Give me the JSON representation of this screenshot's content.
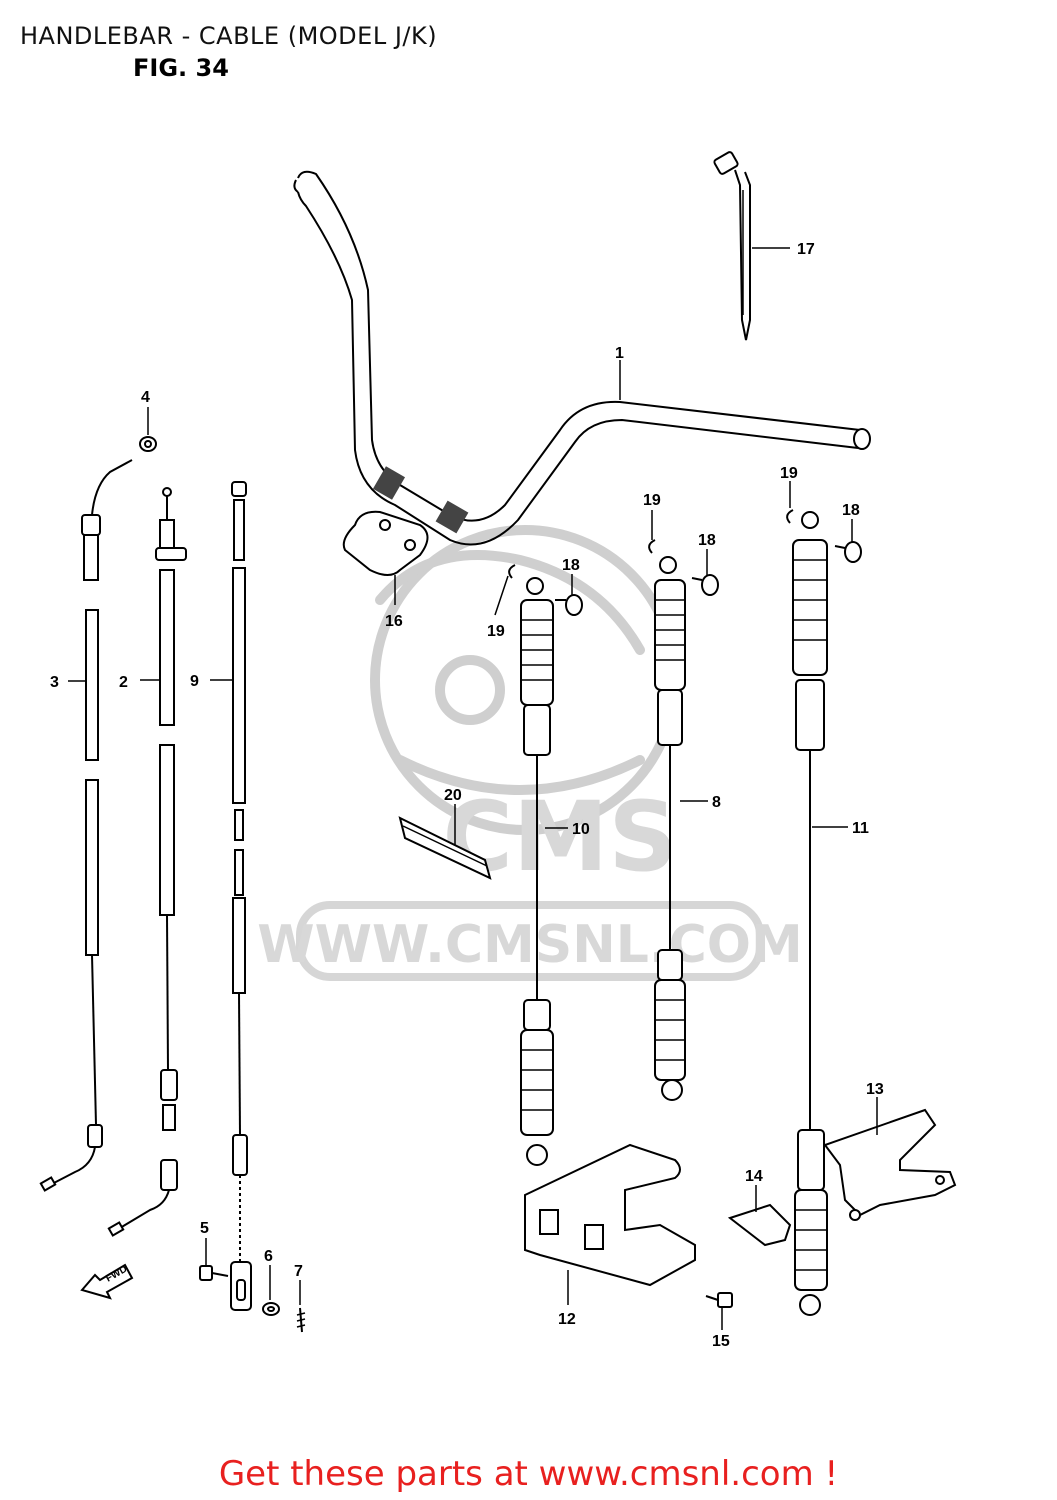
{
  "header": {
    "title": "HANDLEBAR - CABLE (MODEL J/K)",
    "figure": "FIG. 34"
  },
  "watermark": {
    "text": "WWW.CMSNL.COM",
    "logo_text": "CMS"
  },
  "fwd_arrow_label": "FWD",
  "callouts": [
    {
      "id": "c1",
      "label": "1"
    },
    {
      "id": "c2",
      "label": "2"
    },
    {
      "id": "c3",
      "label": "3"
    },
    {
      "id": "c4",
      "label": "4"
    },
    {
      "id": "c5",
      "label": "5"
    },
    {
      "id": "c6",
      "label": "6"
    },
    {
      "id": "c7",
      "label": "7"
    },
    {
      "id": "c8",
      "label": "8"
    },
    {
      "id": "c9",
      "label": "9"
    },
    {
      "id": "c10",
      "label": "10"
    },
    {
      "id": "c11",
      "label": "11"
    },
    {
      "id": "c12",
      "label": "12"
    },
    {
      "id": "c13",
      "label": "13"
    },
    {
      "id": "c14",
      "label": "14"
    },
    {
      "id": "c15",
      "label": "15"
    },
    {
      "id": "c16",
      "label": "16"
    },
    {
      "id": "c17",
      "label": "17"
    },
    {
      "id": "c18a",
      "label": "18"
    },
    {
      "id": "c18b",
      "label": "18"
    },
    {
      "id": "c18c",
      "label": "18"
    },
    {
      "id": "c19a",
      "label": "19"
    },
    {
      "id": "c19b",
      "label": "19"
    },
    {
      "id": "c19c",
      "label": "19"
    },
    {
      "id": "c20",
      "label": "20"
    }
  ],
  "footer": {
    "link_text": "Get these parts at www.cmsnl.com !"
  },
  "colors": {
    "footer_text": "#e8201f",
    "watermark": "#d0d0d0",
    "line_art": "#000000"
  }
}
